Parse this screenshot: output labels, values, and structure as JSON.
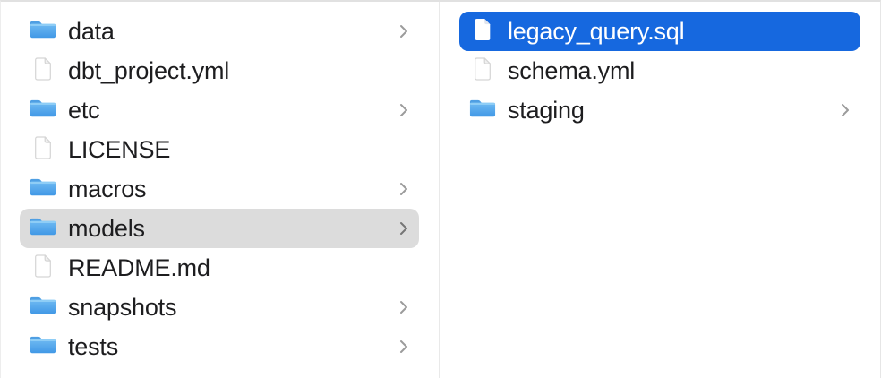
{
  "colors": {
    "selection_blue": "#1668df",
    "selection_gray": "#dcdcdc",
    "folder_blue_top": "#6fbaf2",
    "folder_blue_bottom": "#4198e6",
    "background": "#ffffff"
  },
  "columns": [
    {
      "name": "left",
      "items": [
        {
          "label": "data",
          "type": "folder",
          "chevron": true,
          "selected": null
        },
        {
          "label": "dbt_project.yml",
          "type": "file",
          "chevron": false,
          "selected": null
        },
        {
          "label": "etc",
          "type": "folder",
          "chevron": true,
          "selected": null
        },
        {
          "label": "LICENSE",
          "type": "file",
          "chevron": false,
          "selected": null
        },
        {
          "label": "macros",
          "type": "folder",
          "chevron": true,
          "selected": null
        },
        {
          "label": "models",
          "type": "folder",
          "chevron": true,
          "selected": "gray"
        },
        {
          "label": "README.md",
          "type": "file",
          "chevron": false,
          "selected": null
        },
        {
          "label": "snapshots",
          "type": "folder",
          "chevron": true,
          "selected": null
        },
        {
          "label": "tests",
          "type": "folder",
          "chevron": true,
          "selected": null
        }
      ]
    },
    {
      "name": "right",
      "items": [
        {
          "label": "legacy_query.sql",
          "type": "file",
          "chevron": false,
          "selected": "blue"
        },
        {
          "label": "schema.yml",
          "type": "file",
          "chevron": false,
          "selected": null
        },
        {
          "label": "staging",
          "type": "folder",
          "chevron": true,
          "selected": null
        }
      ]
    }
  ]
}
